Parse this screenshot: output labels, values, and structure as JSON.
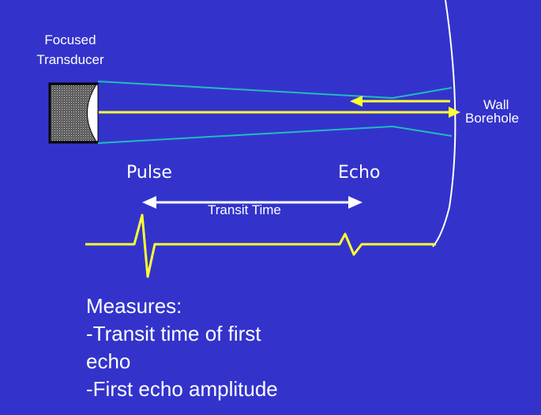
{
  "labels": {
    "transducer_line1": "Focused",
    "transducer_line2": "Transducer",
    "wall": "Wall",
    "borehole": "Borehole",
    "pulse": "Pulse",
    "echo": "Echo",
    "transit_time": "Transit Time"
  },
  "measures": {
    "heading": "Measures:",
    "line1": "-Transit time of first",
    "line2": "echo",
    "line3": "-First echo amplitude"
  },
  "colors": {
    "background": "#3333cc",
    "beam": "#22bbbb",
    "signal": "#ffff33",
    "text": "#ffffff"
  }
}
